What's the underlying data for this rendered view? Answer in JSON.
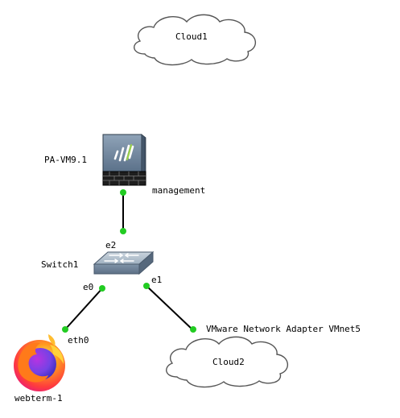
{
  "topology": {
    "nodes": {
      "cloud1": {
        "label": "Cloud1",
        "icon": "cloud-icon"
      },
      "pa_vm": {
        "label": "PA-VM9.1",
        "icon": "firewall-icon"
      },
      "switch1": {
        "label": "Switch1",
        "icon": "ethernet-switch-icon"
      },
      "webterm": {
        "label": "webterm-1",
        "icon": "firefox-browser-icon"
      },
      "cloud2": {
        "label": "Cloud2",
        "icon": "cloud-icon"
      }
    },
    "interfaces": {
      "pa_management": "management",
      "switch_e2": "e2",
      "switch_e0": "e0",
      "switch_e1": "e1",
      "webterm_eth0": "eth0",
      "cloud2_vmnet": "VMware Network Adapter VMnet5"
    },
    "colors": {
      "link": "#000000",
      "link_status_up": "#22cc22",
      "cloud_stroke": "#555555",
      "cloud_fill": "#ffffff"
    }
  }
}
